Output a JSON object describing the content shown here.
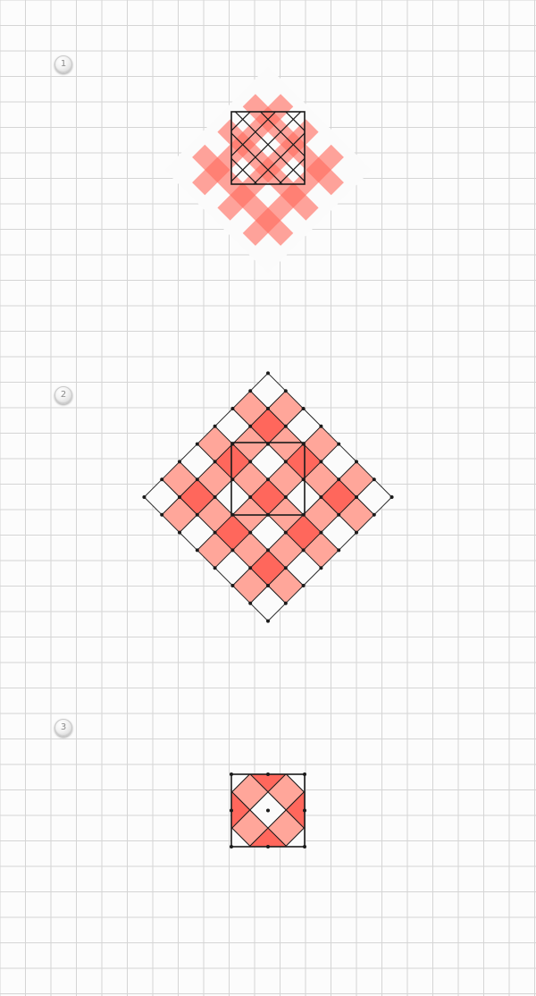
{
  "canvas": {
    "background": "#fcfcfc",
    "grid_color": "#d5d5d5"
  },
  "palette": {
    "stripe": "#ff6a5e",
    "stripe_opacity": 0.62,
    "light_cell": "#ffa69a",
    "dark_cell": "#ff675c",
    "white_cell": "#fbfbfb",
    "outline": "#1a1a1a"
  },
  "steps": [
    {
      "label": "1",
      "description": ""
    },
    {
      "label": "2",
      "description": ""
    },
    {
      "label": "3",
      "description": ""
    }
  ]
}
